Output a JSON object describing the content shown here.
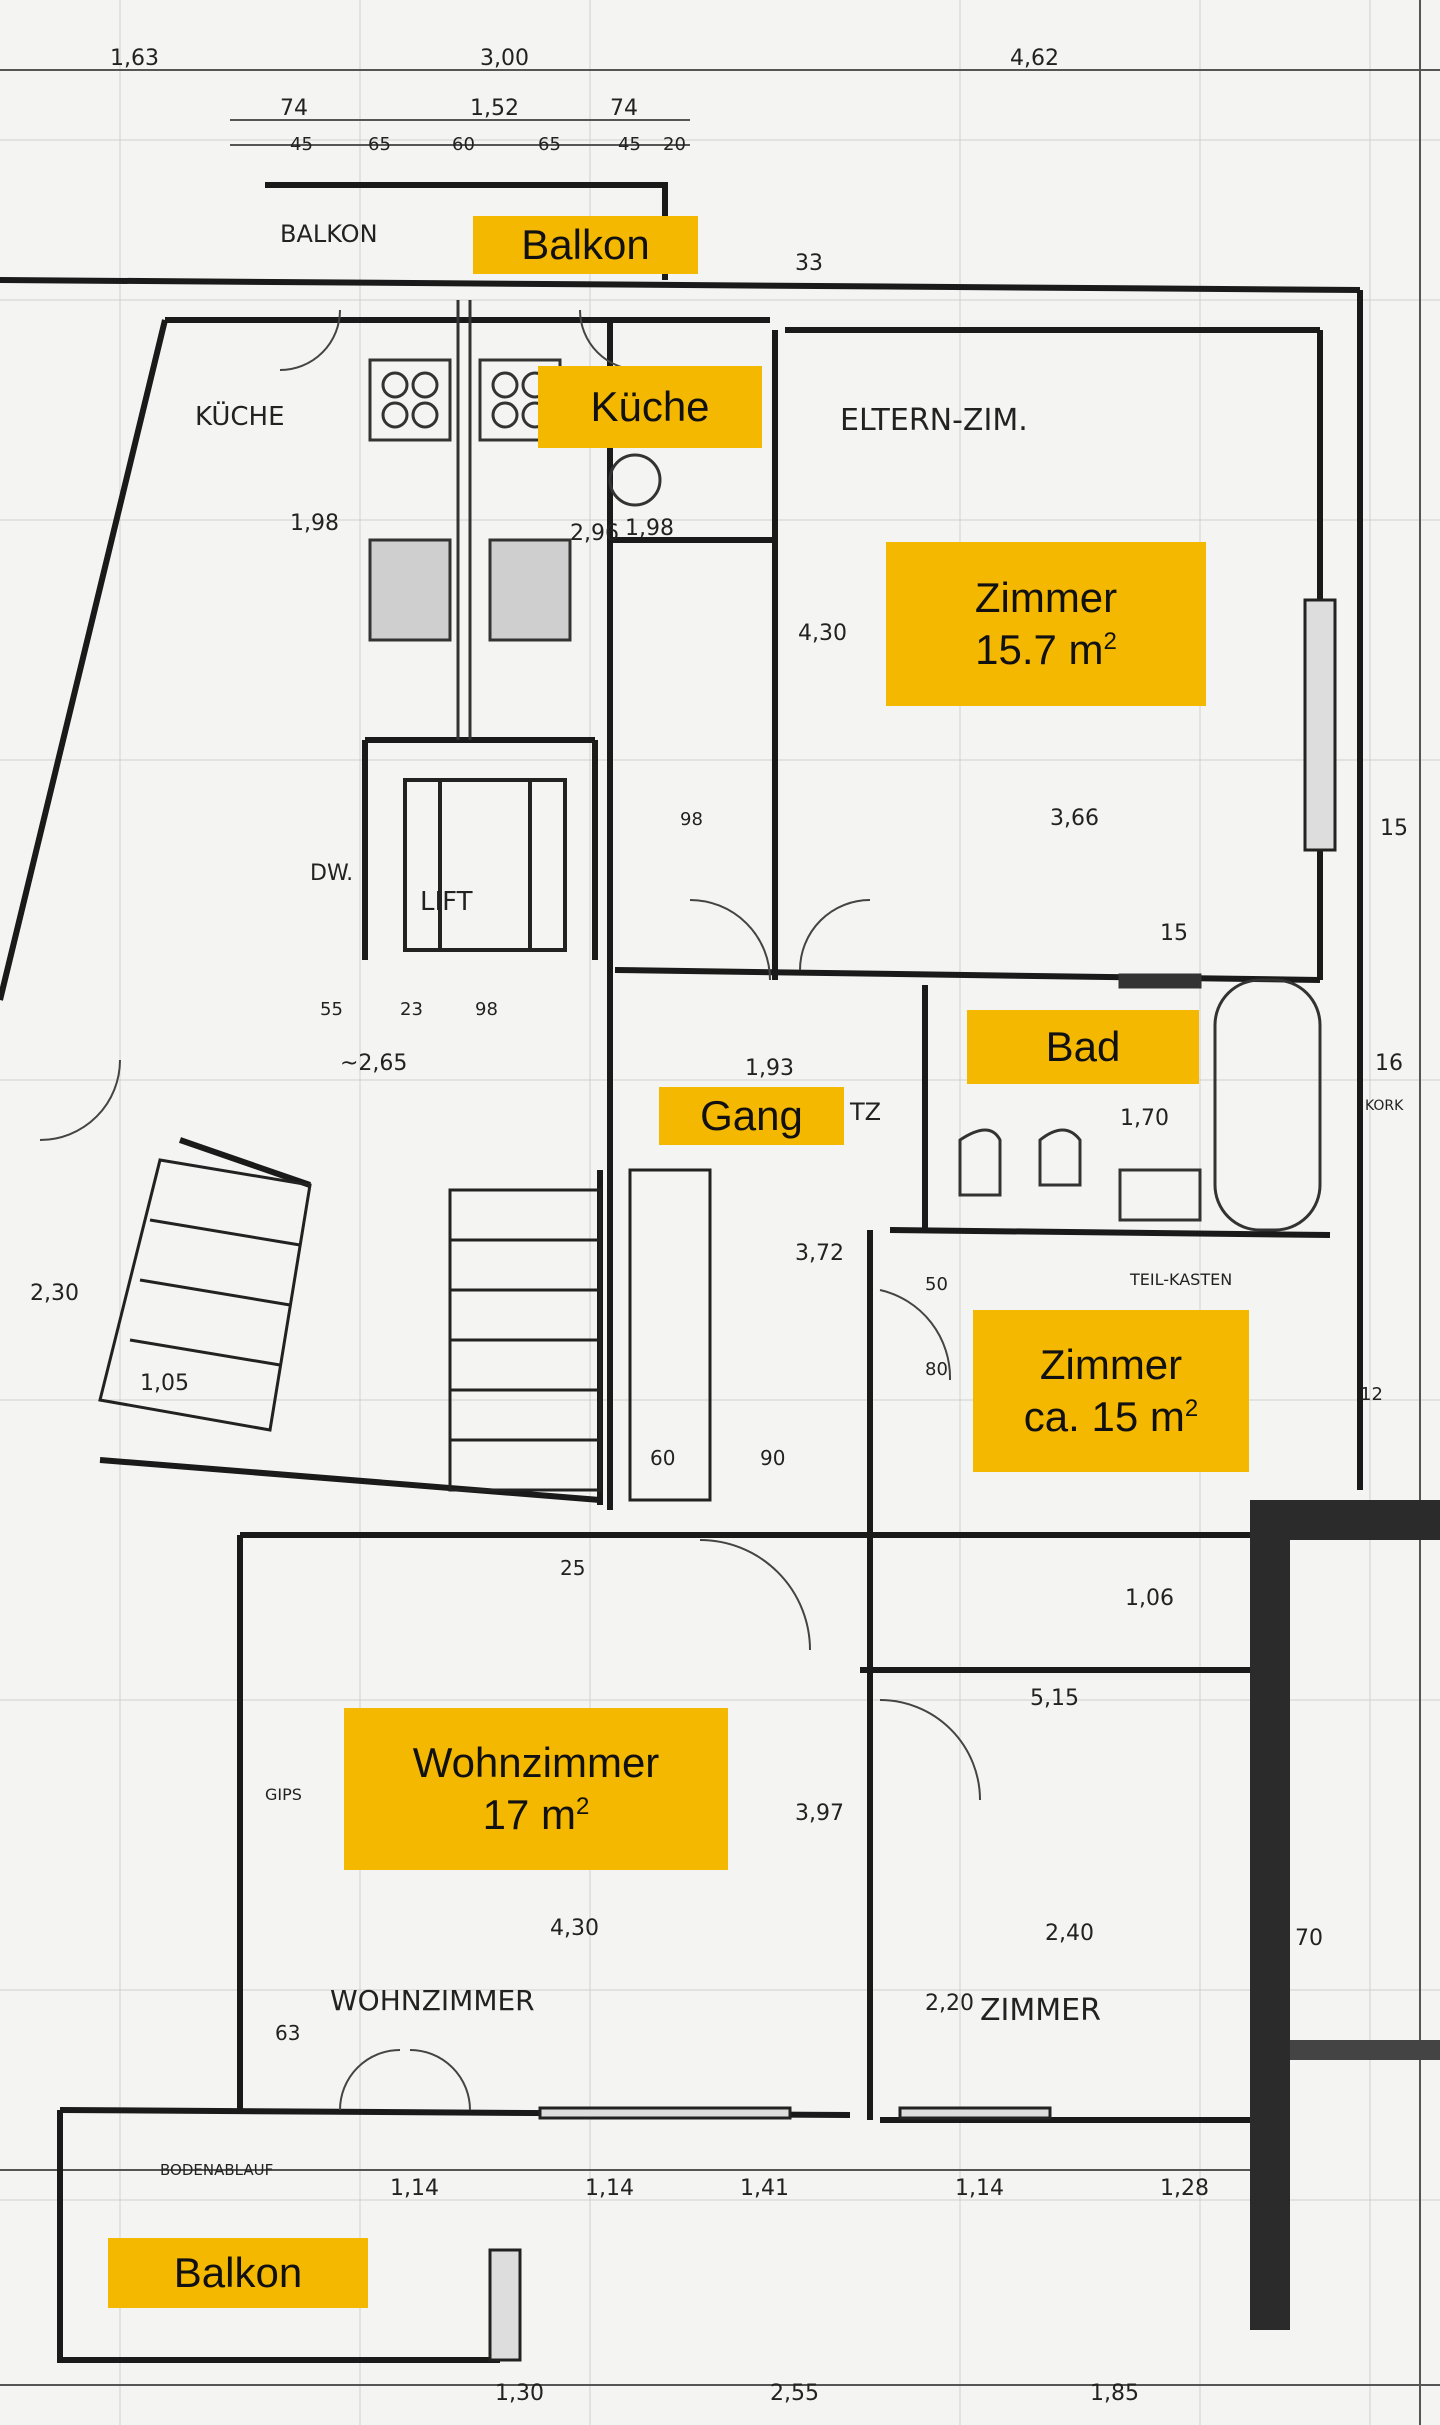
{
  "labels": {
    "balkon_top": "Balkon",
    "kueche": "Küche",
    "eltern_zimmer_name": "Zimmer",
    "eltern_zimmer_area": "15.7 m",
    "bad": "Bad",
    "gang": "Gang",
    "zimmer2_name": "Zimmer",
    "zimmer2_area": "ca. 15 m",
    "wohnzimmer_name": "Wohnzimmer",
    "wohnzimmer_area": "17 m",
    "balkon_bottom": "Balkon",
    "area_exponent": "2"
  },
  "plan_text": {
    "balkon": "BALKON",
    "kueche": "KÜCHE",
    "eltern_zim": "ELTERN-ZIM.",
    "lift": "LIFT",
    "dw": "DW.",
    "wohnzimmer": "WOHNZIMMER",
    "zimmer": "ZIMMER",
    "gips": "GIPS",
    "kork": "KORK",
    "teil_kasten": "TEIL-KASTEN",
    "bodenablauf": "BODENABLAUF",
    "tz": "TZ"
  },
  "dimensions": {
    "top_1": "1,63",
    "top_2": "3,00",
    "top_3": "4,62",
    "d74a": "74",
    "d152": "1,52",
    "d74b": "74",
    "d45a": "45",
    "d65a": "65",
    "d60": "60",
    "d65b": "65",
    "d45b": "45",
    "d20": "20",
    "d33": "33",
    "d296": "2,96",
    "d198a": "1,98",
    "d198b": "1,98",
    "d430v": "4,30",
    "d366": "3,66",
    "d15a": "15",
    "d15b": "15",
    "d193": "1,93",
    "d170": "1,70",
    "d372": "3,72",
    "d16": "16",
    "d265": "~2,65",
    "d55": "55",
    "d23": "23",
    "d98": "98",
    "d98b": "98",
    "d230": "2,30",
    "d105": "1,05",
    "d50": "50",
    "d80": "80",
    "d12": "12",
    "d106": "1,06",
    "d515": "5,15",
    "d397": "3,97",
    "d430h": "4,30",
    "d240": "2,40",
    "d220": "2,20",
    "d70": "70",
    "d63": "63",
    "d114a": "1,14",
    "d114b": "1,14",
    "d141": "1,41",
    "d114c": "1,14",
    "d128": "1,28",
    "d130": "1,30",
    "d255": "2,55",
    "d185": "1,85",
    "d25": "25",
    "d60b": "60",
    "d90": "90"
  }
}
